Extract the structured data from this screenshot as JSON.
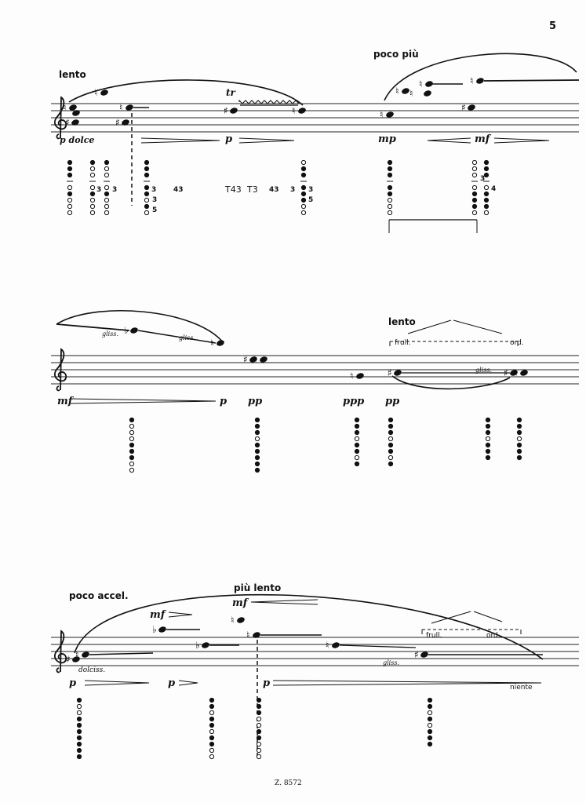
{
  "page_number": "5",
  "footer": "Z. 8572",
  "system1": {
    "tempo": [
      "lento",
      "poco più"
    ],
    "dynamics": [
      "p dolce",
      "p",
      "mp",
      "mf"
    ],
    "trill": "tr",
    "fingering_labels": [
      "3",
      "3",
      "3",
      "43",
      "T43",
      "T3",
      "43",
      "3",
      "3",
      "5",
      "3",
      "5",
      "3",
      "4"
    ]
  },
  "system2": {
    "tempo": [
      "lento"
    ],
    "dynamics": [
      "mf",
      "p",
      "pp",
      "ppp",
      "pp"
    ],
    "techniques": [
      "gliss.",
      "gliss.",
      "frull.",
      "ord.",
      "gliss."
    ]
  },
  "system3": {
    "tempo": [
      "poco accel.",
      "più lento"
    ],
    "dynamics": [
      "mf",
      "mf",
      "p",
      "p",
      "p"
    ],
    "expressions": [
      "dolciss.",
      "niente"
    ],
    "techniques": [
      "gliss.",
      "frull.",
      "ord."
    ]
  }
}
